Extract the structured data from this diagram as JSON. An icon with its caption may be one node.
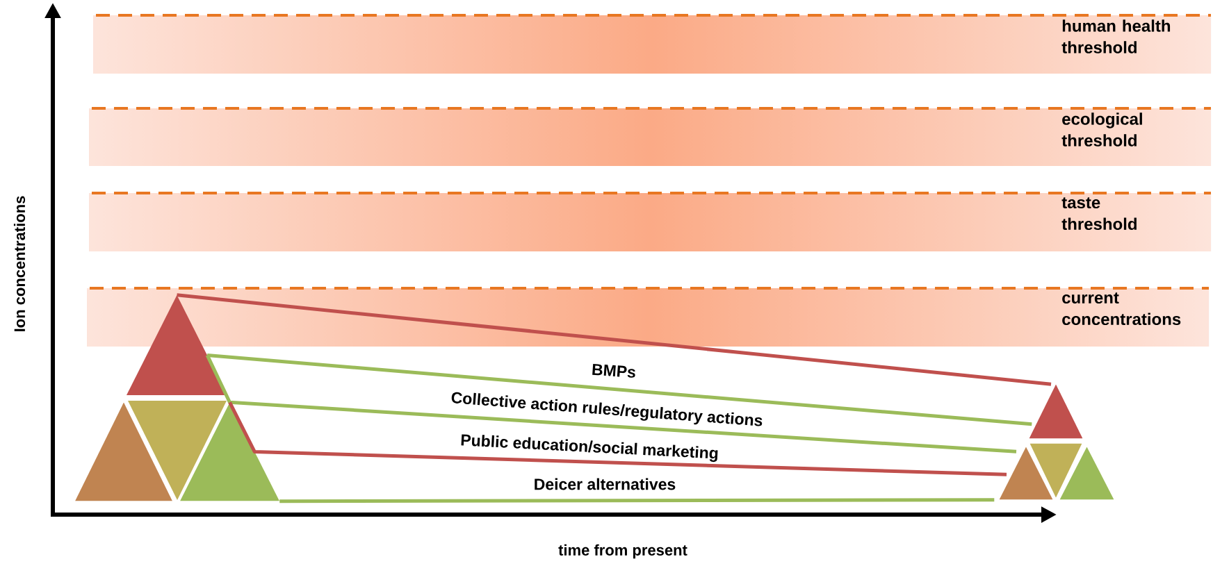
{
  "diagram": {
    "nodes": [
      {
        "text": [
          "human health threshold"
        ]
      },
      {
        "text": [
          "ecological threshold"
        ]
      },
      {
        "text": [
          "taste threshold"
        ]
      },
      {
        "text": [
          "current concentrations"
        ]
      },
      {
        "text": [],
        "shape": "triangle"
      },
      {
        "text": [],
        "shape": "triangle"
      },
      {
        "text": [],
        "shape": "triangle"
      },
      {
        "text": [],
        "shape": "triangle"
      },
      {
        "text": [],
        "shape": "triangle"
      },
      {
        "text": [],
        "shape": "triangle"
      },
      {
        "text": [],
        "shape": "triangle"
      },
      {
        "text": [],
        "shape": "triangle"
      }
    ],
    "edges": [
      {
        "from": 4,
        "to": 8,
        "arrow": "none",
        "color": "#c0504d"
      },
      {
        "from": 4,
        "to": 8,
        "arrow": "none"
      },
      {
        "from": 4,
        "to": 9,
        "arrow": "none"
      },
      {
        "from": 7,
        "to": 9,
        "arrow": "none",
        "color": "#c0504d"
      },
      {
        "from": 7,
        "to": 9,
        "arrow": "none"
      }
    ],
    "labels": [
      "Ion concentrations",
      "BMPs",
      "Collective action rules/regulatory actions",
      "Public education/social marketing",
      "Deicer alternatives",
      "time from present"
    ]
  }
}
